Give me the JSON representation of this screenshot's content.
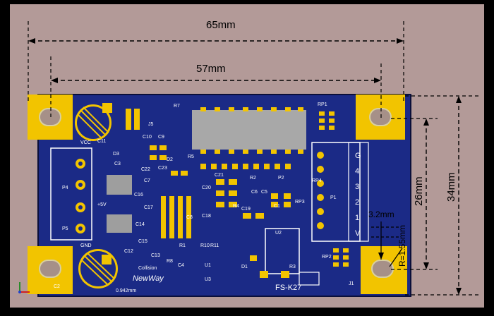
{
  "dimensions": {
    "overall_width": "65mm",
    "hole_spacing": "57mm",
    "overall_height": "34mm",
    "hole_vertical": "26mm",
    "slot_height": "3.2mm",
    "slot_radius": "R=1.55mm"
  },
  "board": {
    "model": "FS-K27",
    "logo": "NewWay",
    "logo_sub": "0.942mm",
    "collision": "Collision",
    "pin_labels": [
      "G",
      "4",
      "3",
      "2",
      "1",
      "V"
    ]
  },
  "silkscreen": {
    "labels": [
      "C11",
      "J5",
      "R7",
      "C10",
      "C9",
      "D3",
      "D2",
      "C23",
      "R5",
      "P2",
      "R2",
      "C21",
      "C20",
      "C6",
      "C5",
      "P1",
      "R4",
      "C18",
      "C19",
      "C1",
      "C16",
      "C17",
      "C14",
      "C15",
      "C13",
      "C12",
      "R8",
      "R1",
      "R10",
      "R11",
      "R3",
      "RP1",
      "RP2",
      "RP3",
      "U1",
      "U2",
      "U3",
      "D1",
      "J1",
      "P4",
      "P5",
      "C22",
      "C4",
      "C3",
      "C7",
      "C8",
      "C2",
      "RP4",
      "VCC",
      "GND",
      "+5V"
    ]
  },
  "colors": {
    "background": "#b39a98",
    "board": "#1b2a86",
    "pad": "#f2c400",
    "silk": "#ffffff"
  }
}
